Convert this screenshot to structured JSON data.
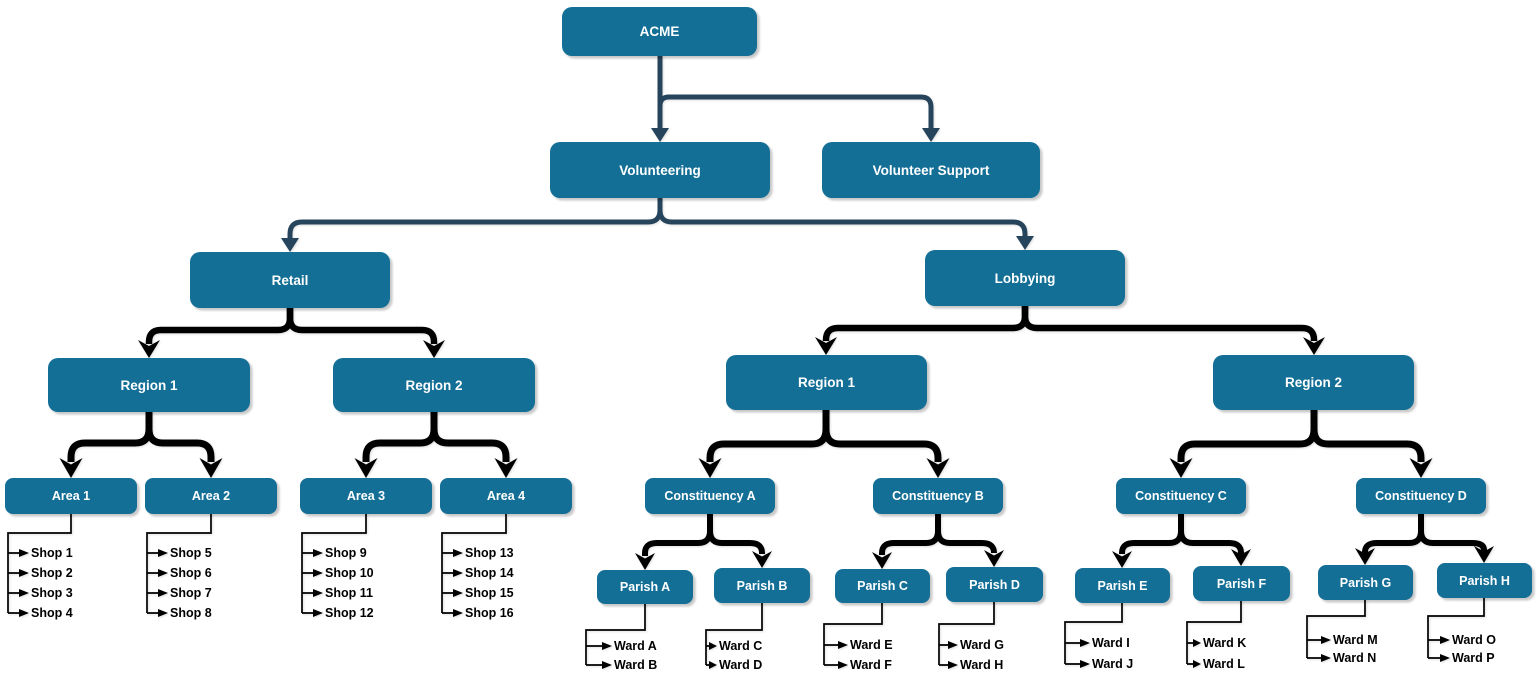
{
  "nodes": {
    "acme": "ACME",
    "volunteering": "Volunteering",
    "volunteer_support": "Volunteer Support",
    "retail": "Retail",
    "lobbying": "Lobbying",
    "retail_region_1": "Region 1",
    "retail_region_2": "Region 2",
    "lobbying_region_1": "Region 1",
    "lobbying_region_2": "Region 2",
    "area_1": "Area 1",
    "area_2": "Area 2",
    "area_3": "Area 3",
    "area_4": "Area 4",
    "constituency_a": "Constituency A",
    "constituency_b": "Constituency B",
    "constituency_c": "Constituency C",
    "constituency_d": "Constituency D",
    "parish_a": "Parish A",
    "parish_b": "Parish B",
    "parish_c": "Parish C",
    "parish_d": "Parish D",
    "parish_e": "Parish E",
    "parish_f": "Parish F",
    "parish_g": "Parish G",
    "parish_h": "Parish H"
  },
  "shops": {
    "area_1": [
      "Shop 1",
      "Shop 2",
      "Shop 3",
      "Shop 4"
    ],
    "area_2": [
      "Shop 5",
      "Shop 6",
      "Shop 7",
      "Shop 8"
    ],
    "area_3": [
      "Shop 9",
      "Shop 10",
      "Shop 11",
      "Shop 12"
    ],
    "area_4": [
      "Shop 13",
      "Shop 14",
      "Shop 15",
      "Shop 16"
    ]
  },
  "wards": {
    "parish_a": [
      "Ward A",
      "Ward B"
    ],
    "parish_b": [
      "Ward C",
      "Ward D"
    ],
    "parish_c": [
      "Ward E",
      "Ward F"
    ],
    "parish_d": [
      "Ward G",
      "Ward H"
    ],
    "parish_e": [
      "Ward I",
      "Ward J"
    ],
    "parish_f": [
      "Ward K",
      "Ward L"
    ],
    "parish_g": [
      "Ward M",
      "Ward N"
    ],
    "parish_h": [
      "Ward O",
      "Ward P"
    ]
  },
  "colors": {
    "node_fill": "#146f96",
    "node_text": "#ffffff",
    "edge_primary": "#26445c",
    "edge_secondary": "#000000",
    "leaf_text": "#000000",
    "background": "#ffffff"
  }
}
